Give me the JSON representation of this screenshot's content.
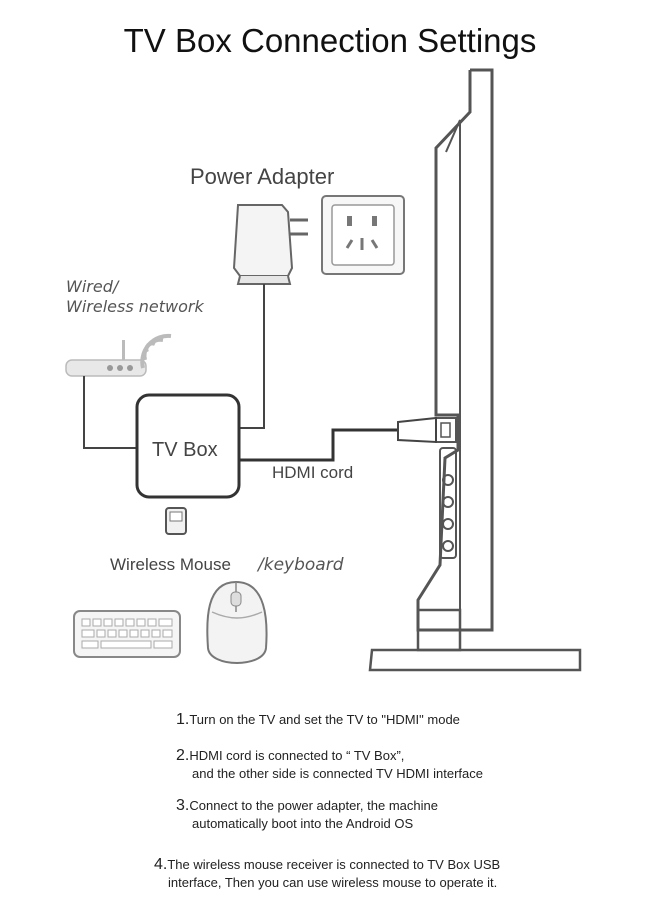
{
  "title": "TV Box Connection Settings",
  "labels": {
    "power_adapter": "Power Adapter",
    "network_line1": "Wired/",
    "network_line2": "Wireless network",
    "tv_box": "TV Box",
    "hdmi_cord": "HDMI cord",
    "mouse_keyboard_a": "Wireless Mouse",
    "mouse_keyboard_b": "/keyboard"
  },
  "steps": [
    {
      "num": "1.",
      "line1": "Turn on the TV and set the TV to \"HDMI\" mode",
      "line2": ""
    },
    {
      "num": "2.",
      "line1": "HDMI cord is connected to “ TV Box”,",
      "line2": "and the other side is connected TV HDMI interface"
    },
    {
      "num": "3.",
      "line1": "Connect to the power adapter, the machine",
      "line2": "automatically boot into the Android OS"
    },
    {
      "num": "4.",
      "line1": "The wireless mouse receiver is connected to TV  Box USB",
      "line2": "interface, Then you can use wireless mouse to operate it."
    }
  ],
  "icons": [
    "power-adapter-icon",
    "wall-socket-icon",
    "router-icon",
    "wifi-signal-icon",
    "tv-box-icon",
    "usb-receiver-icon",
    "keyboard-icon",
    "mouse-icon",
    "tv-side-icon"
  ]
}
